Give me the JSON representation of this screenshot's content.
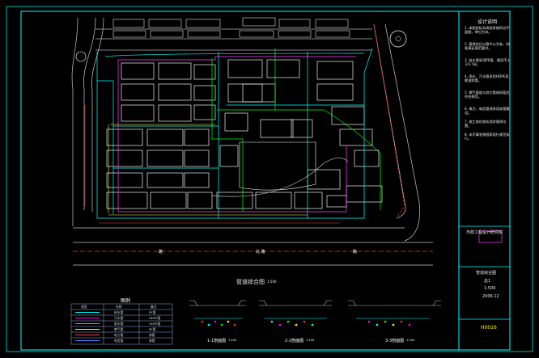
{
  "drawing": {
    "title": "管道综合图",
    "scale": "1:500",
    "drawing_number": "H0016"
  },
  "notes": {
    "title": "设计说明",
    "items": [
      "1. 本图坐标及高程系统同总平面图，单位为米。",
      "2. 管线定位以管中心为准，间距满足规范要求。",
      "3. 给水管采用PE管，埋深不小于0.7米。",
      "4. 雨水、污水管采用HDPE双壁波纹管。",
      "5. 燃气管道与其它管线间距应符合规范。",
      "6. 电力、电信管线采用穿管敷设。",
      "7. 施工前应核实现状管线位置。",
      "8. 未尽事宜按国家现行规范执行。"
    ]
  },
  "title_block": {
    "company": "市政工程设计研究院",
    "project": "管道综合图",
    "sheet": "总1",
    "date": "1:500",
    "version": "2006.12"
  },
  "road_labels": {
    "south_road": "北  路",
    "road_left": "路",
    "road_right": "路"
  },
  "legend": {
    "title": "图例",
    "headers": [
      "线型",
      "名称",
      "备注"
    ],
    "rows": [
      {
        "name": "给水管",
        "note": "PE管",
        "color": "#00ffff"
      },
      {
        "name": "污水管",
        "note": "HDPE管",
        "color": "#ff00ff"
      },
      {
        "name": "雨水管",
        "note": "HDPE管",
        "color": "#00ff00"
      },
      {
        "name": "燃气管",
        "note": "PE管",
        "color": "#ffff00"
      },
      {
        "name": "电力管",
        "note": "穿管",
        "color": "#ff4040"
      },
      {
        "name": "电信管",
        "note": "穿管",
        "color": "#4080ff"
      }
    ]
  },
  "sections": [
    {
      "title": "1-1剖面图",
      "scale": "1:100"
    },
    {
      "title": "2-2剖面图",
      "scale": "1:100"
    },
    {
      "title": "3-3剖面图",
      "scale": "1:100"
    }
  ],
  "colors": {
    "frame": "#00ffff",
    "buildings": "#ffffff",
    "water": "#00ffff",
    "rain": "#00ff00",
    "sewer": "#ff00ff",
    "gas": "#ffff00",
    "power": "#ff3030",
    "road": "#c0c0c0"
  }
}
